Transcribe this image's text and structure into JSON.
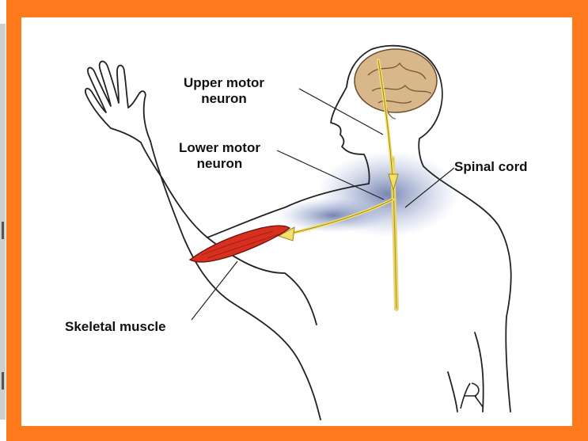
{
  "labels": {
    "upper_motor_neuron_line1": "Upper motor",
    "upper_motor_neuron_line2": "neuron",
    "lower_motor_neuron_line1": "Lower motor",
    "lower_motor_neuron_line2": "neuron",
    "spinal_cord": "Spinal cord",
    "skeletal_muscle": "Skeletal muscle"
  },
  "signature": "JHR",
  "colors": {
    "frame": "#ff7a1c",
    "nerve": "#f0dc6a",
    "brain": "#d8b88a",
    "muscle": "#d8301f",
    "shading": "#5c6fa8"
  }
}
